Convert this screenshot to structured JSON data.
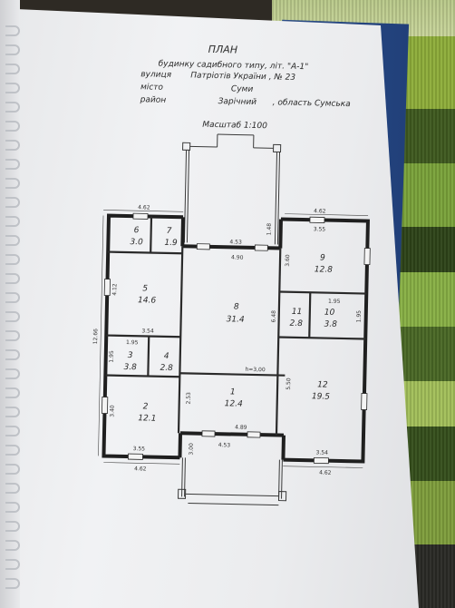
{
  "header": {
    "title": "ПЛАН",
    "subtitle": "будинку садибного типу, літ. \"А-1\"",
    "street_label": "вулиця",
    "street_value": "Патріотів України , № 23",
    "city_label": "місто",
    "city_value": "Суми",
    "district_label": "район",
    "district_value": "Зарічний",
    "region": ", область  Сумська",
    "scale": "Масштаб 1:100"
  },
  "rooms": [
    {
      "num": "6",
      "area": "3.0"
    },
    {
      "num": "7",
      "area": "1.9"
    },
    {
      "num": "5",
      "area": "14.6"
    },
    {
      "num": "8",
      "area": "31.4"
    },
    {
      "num": "9",
      "area": "12.8"
    },
    {
      "num": "11",
      "area": "2.8"
    },
    {
      "num": "10",
      "area": "3.8"
    },
    {
      "num": "3",
      "area": "3.8"
    },
    {
      "num": "4",
      "area": "2.8"
    },
    {
      "num": "1",
      "area": "12.4"
    },
    {
      "num": "12",
      "area": "19.5"
    },
    {
      "num": "2",
      "area": "12.1"
    }
  ],
  "dimensions": {
    "d1": "4.62",
    "d2": "4.53",
    "d3": "1.48",
    "d4": "4.62",
    "d5": "3.55",
    "d6": "4.90",
    "d7": "3.60",
    "d8": "4.12",
    "d9": "12.66",
    "d10": "6.48",
    "d11": "1.95",
    "d12": "1.95",
    "d13": "3.54",
    "d14": "1.95",
    "d15": "1.95",
    "d16": "h=3,00",
    "d17": "5.50",
    "d18": "2.53",
    "d19": "3.40",
    "d20": "4.89",
    "d21": "3.55",
    "d22": "4.53",
    "d23": "3.54",
    "d24": "3.00",
    "d25": "4.62",
    "d26": "4.62"
  }
}
